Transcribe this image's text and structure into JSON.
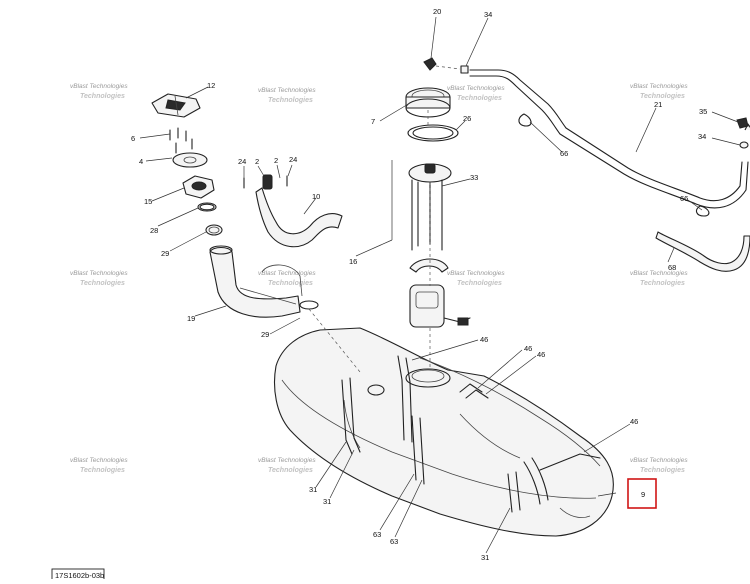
{
  "diagram": {
    "reference_code": "17S1602b-03b",
    "highlight_color": "#d01515",
    "highlighted_callout": "9",
    "watermark": {
      "line1": "vBlast Technologies",
      "line2": "Technologies"
    },
    "callouts": {
      "c20": "20",
      "c34a": "34",
      "c12": "12",
      "c7": "7",
      "c26": "26",
      "c21": "21",
      "c35": "35",
      "c34b": "34",
      "c6": "6",
      "c66a": "66",
      "c4": "4",
      "c24a": "24",
      "c2a": "2",
      "c2b": "2",
      "c24b": "24",
      "c33": "33",
      "c15": "15",
      "c10": "10",
      "c66b": "66",
      "c28": "28",
      "c29a": "29",
      "c16": "16",
      "c68": "68",
      "c19": "19",
      "c29b": "29",
      "c46a": "46",
      "c46b": "46",
      "c46c": "46",
      "c46d": "46",
      "c31a": "31",
      "c31b": "31",
      "c9": "9",
      "c63a": "63",
      "c63b": "63",
      "c31c": "31"
    }
  }
}
